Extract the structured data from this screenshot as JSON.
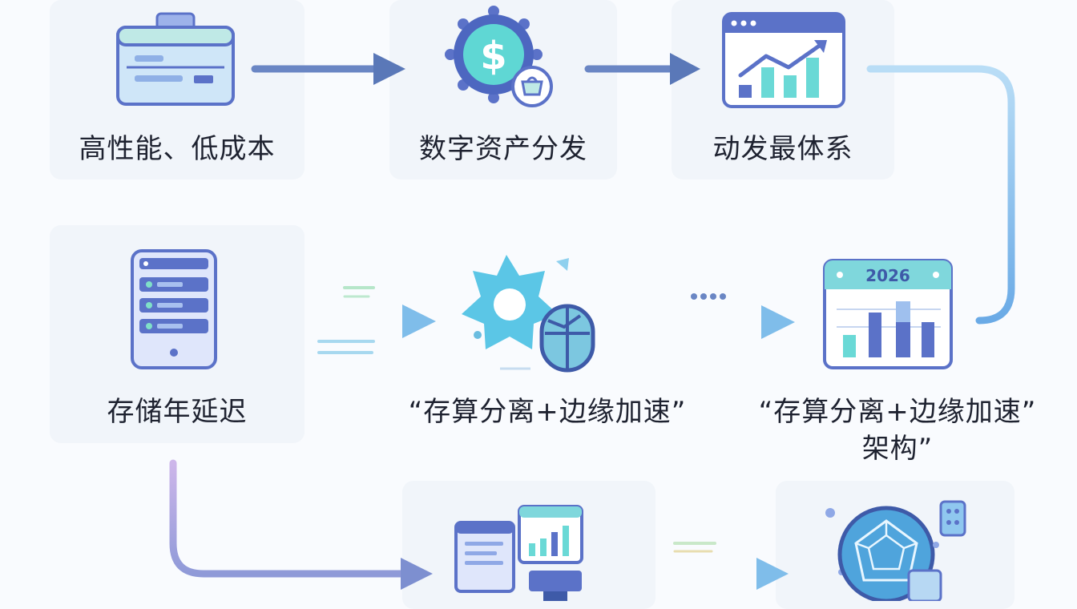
{
  "nodes": {
    "n1": {
      "label": "高性能、低成本",
      "icon": "browser-card-icon"
    },
    "n2": {
      "label": "数字资产分发",
      "icon": "dollar-gear-icon"
    },
    "n3": {
      "label": "动发最体系",
      "icon": "line-chart-window-icon"
    },
    "n4": {
      "label": "存储年延迟",
      "icon": "storage-tablet-icon"
    },
    "n5": {
      "label": "“存算分离+边缘加速”",
      "icon": "gear-shield-icon"
    },
    "n6": {
      "label_line1": "“存算分离+边缘加速”",
      "label_line2": "架构”",
      "icon": "calendar-chart-icon",
      "year": "2026"
    },
    "n7": {
      "icon": "dashboard-monitor-icon"
    },
    "n8": {
      "icon": "network-globe-icon"
    }
  },
  "colors": {
    "arrow_dark": "#5a78b8",
    "arrow_light": "#8fc7ef",
    "arrow_purple": "#c0a6e0",
    "icon_blue": "#5b72c8",
    "icon_teal": "#56d3d0"
  }
}
